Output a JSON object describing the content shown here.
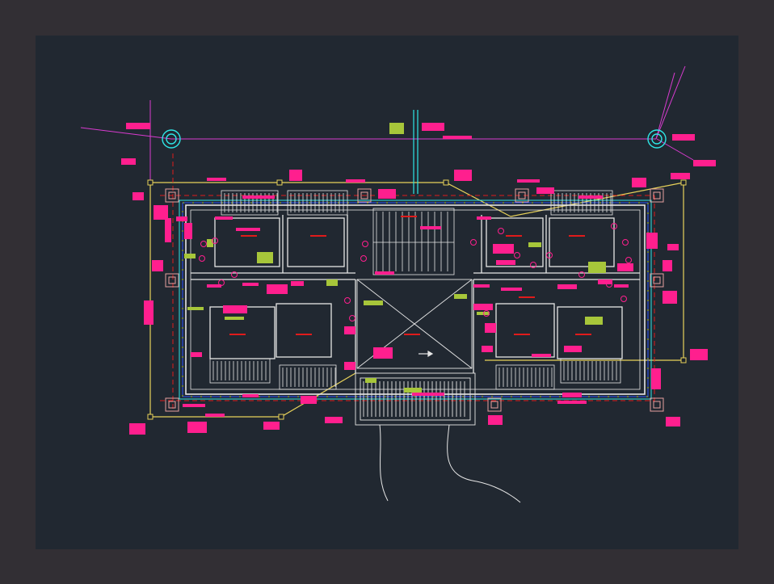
{
  "colors": {
    "frame": "#322f34",
    "canvas": "#212831",
    "wall": "#e6e6e6",
    "magenta": "#ff1f8e",
    "pink_line": "#d93bd0",
    "yellow": "#e8d25a",
    "cyan": "#2ee6e6",
    "green": "#a7c63a",
    "blue": "#2a55ff",
    "red": "#e01b1b",
    "orange": "#f5a623"
  },
  "icons": {
    "survey_marker": "concentric-circle-marker",
    "corner_column": "square-column-marker",
    "vertex": "square-vertex-marker",
    "entry_arrow": "arrow-right-icon"
  }
}
